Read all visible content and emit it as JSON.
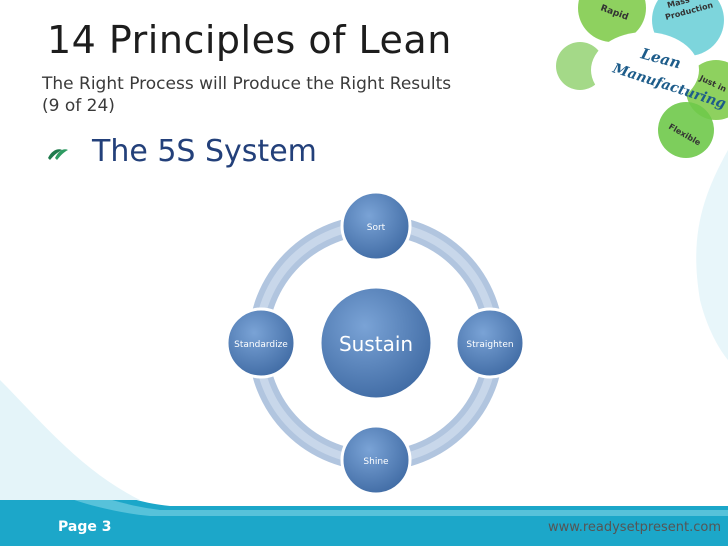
{
  "slide": {
    "title": "14 Principles of Lean",
    "subtitle_line1": "The Right Process will Produce the Right Results",
    "subtitle_line2": "(9 of 24)",
    "bullet_text": "The 5S System"
  },
  "diagram": {
    "center": "Sustain",
    "nodes": [
      "Sort",
      "Straighten",
      "Shine",
      "Standardize"
    ]
  },
  "decoration": {
    "logo_line1": "Lean",
    "logo_line2": "Manufacturing",
    "petals": [
      "Rapid",
      "Mass Production",
      "Just in Time",
      "Flexible"
    ]
  },
  "footer": {
    "page": "Page 3",
    "url": "www.readysetpresent.com"
  },
  "colors": {
    "node_fill": "#4f7bb3",
    "ring": "#a9bfdc",
    "teal": "#1fb1d6",
    "footer_band": "#1ca7c9"
  }
}
